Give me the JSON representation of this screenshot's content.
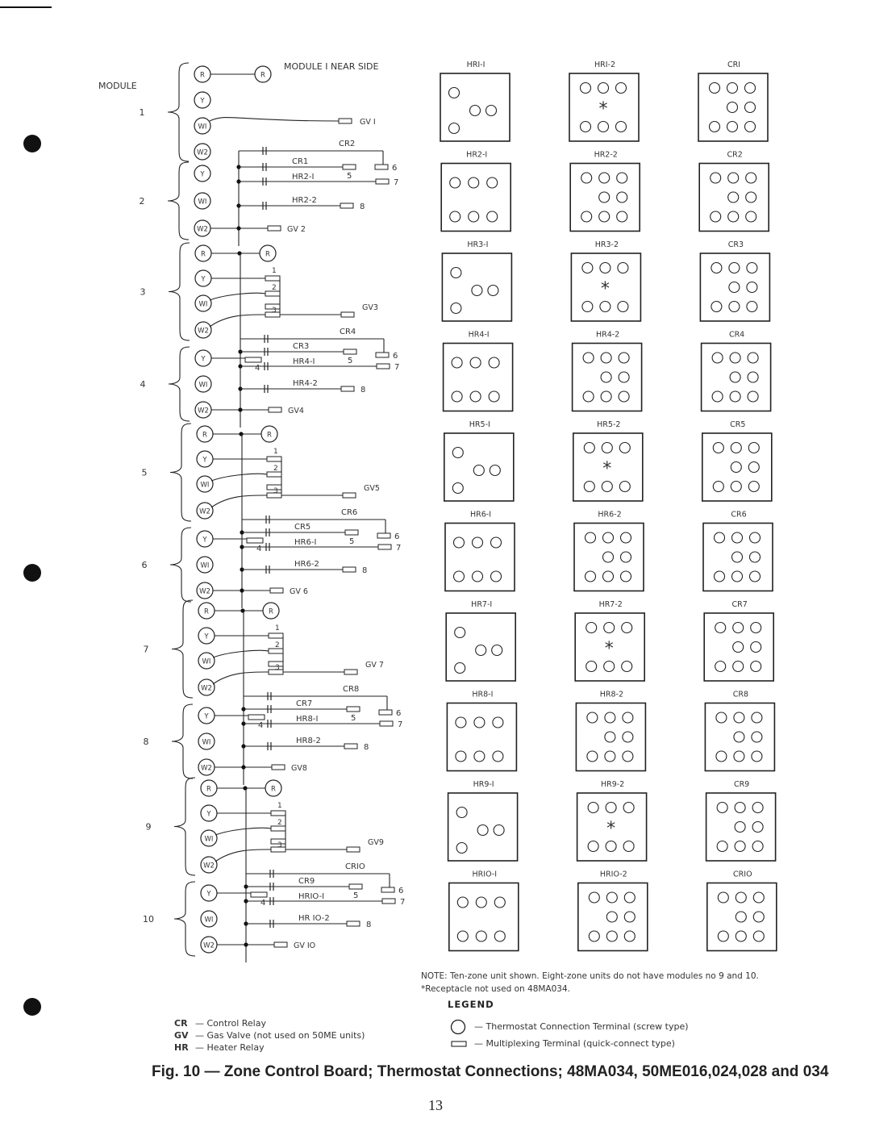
{
  "header": {
    "module_word": "MODULE",
    "near_side": "MODULE I NEAR SIDE"
  },
  "modules": [
    {
      "num": "1",
      "terms": [
        "R",
        "Y",
        "WI",
        "W2"
      ]
    },
    {
      "num": "2",
      "terms": [
        "Y",
        "WI",
        "W2"
      ],
      "cr_top": "CR2",
      "cr_mid": "CR1",
      "hr1": "HR2-I",
      "hr2": "HR2-2",
      "gv": "GV 2"
    },
    {
      "num": "3",
      "terms": [
        "R",
        "Y",
        "WI",
        "W2"
      ],
      "gv": "GV3"
    },
    {
      "num": "4",
      "terms": [
        "Y",
        "WI",
        "W2"
      ],
      "cr_top": "CR4",
      "cr_mid": "CR3",
      "hr1": "HR4-I",
      "hr2": "HR4-2",
      "gv": "GV4"
    },
    {
      "num": "5",
      "terms": [
        "R",
        "Y",
        "WI",
        "W2"
      ],
      "gv": "GV5"
    },
    {
      "num": "6",
      "terms": [
        "Y",
        "WI",
        "W2"
      ],
      "cr_top": "CR6",
      "cr_mid": "CR5",
      "hr1": "HR6-I",
      "hr2": "HR6-2",
      "gv": "GV 6"
    },
    {
      "num": "7",
      "terms": [
        "R",
        "Y",
        "WI",
        "W2"
      ],
      "gv": "GV 7"
    },
    {
      "num": "8",
      "terms": [
        "Y",
        "WI",
        "W2"
      ],
      "cr_top": "CR8",
      "cr_mid": "CR7",
      "hr1": "HR8-I",
      "hr2": "HR8-2",
      "gv": "GV8"
    },
    {
      "num": "9",
      "terms": [
        "R",
        "Y",
        "WI",
        "W2"
      ],
      "gv": "GV9"
    },
    {
      "num": "10",
      "terms": [
        "Y",
        "WI",
        "W2"
      ],
      "cr_top": "CRIO",
      "cr_mid": "CR9",
      "hr1": "HRIO-I",
      "hr2": "HR IO-2",
      "gv": "GV IO"
    }
  ],
  "gv1": "GV I",
  "pins": [
    "1",
    "2",
    "3",
    "4",
    "5",
    "6",
    "7",
    "8"
  ],
  "relays": [
    [
      "HRI-I",
      "HRI-2",
      "CRI"
    ],
    [
      "HR2-I",
      "HR2-2",
      "CR2"
    ],
    [
      "HR3-I",
      "HR3-2",
      "CR3"
    ],
    [
      "HR4-I",
      "HR4-2",
      "CR4"
    ],
    [
      "HR5-I",
      "HR5-2",
      "CR5"
    ],
    [
      "HR6-I",
      "HR6-2",
      "CR6"
    ],
    [
      "HR7-I",
      "HR7-2",
      "CR7"
    ],
    [
      "HR8-I",
      "HR8-2",
      "CR8"
    ],
    [
      "HR9-I",
      "HR9-2",
      "CR9"
    ],
    [
      "HRIO-I",
      "HRIO-2",
      "CRIO"
    ]
  ],
  "notes": {
    "line1": "NOTE: Ten-zone unit shown. Eight-zone units do not have modules no 9 and 10.",
    "line2": "*Receptacle not used on 48MA034."
  },
  "legend": {
    "title": "LEGEND",
    "items": [
      {
        "abbr": "CR",
        "text": "— Control Relay"
      },
      {
        "abbr": "GV",
        "text": "— Gas Valve (not used on 50ME units)"
      },
      {
        "abbr": "HR",
        "text": "— Heater Relay"
      }
    ],
    "circle_text": "— Thermostat Connection Terminal (screw type)",
    "mplex_text": "— Multiplexing Terminal (quick-connect type)",
    "star": "*"
  },
  "caption": "Fig. 10 — Zone Control Board; Thermostat Connections; 48MA034, 50ME016,024,028 and 034",
  "page_number": "13"
}
